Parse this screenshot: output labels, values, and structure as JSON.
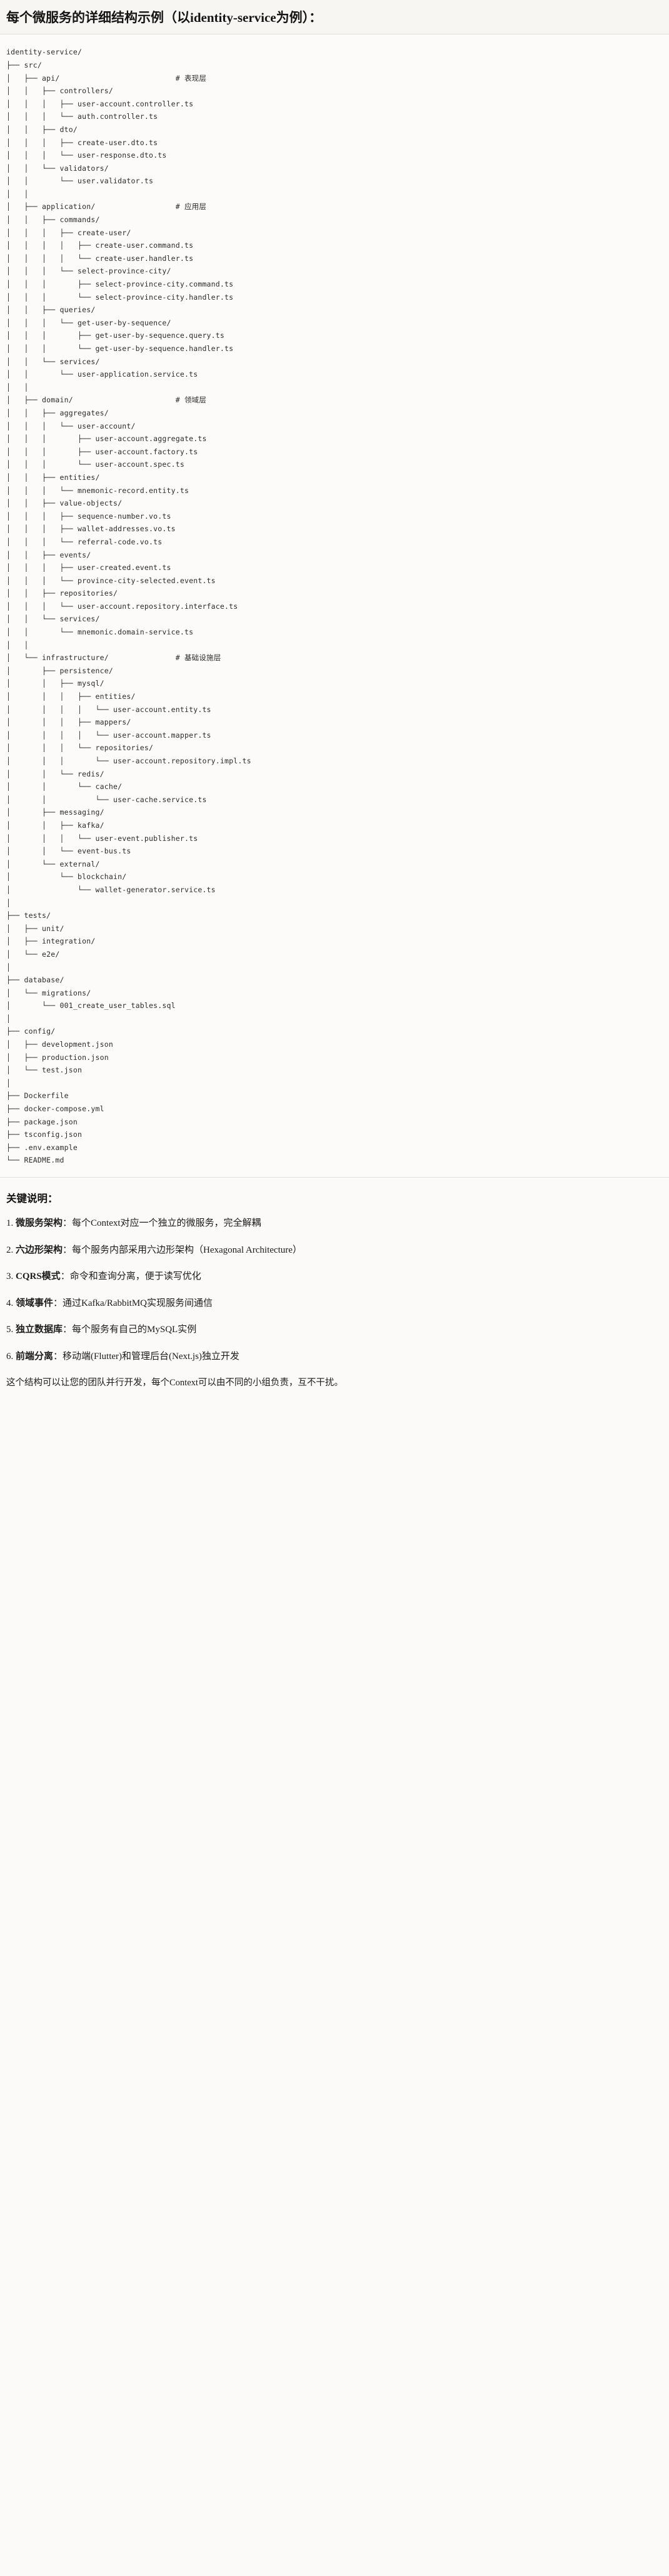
{
  "document": {
    "title": "每个微服务的详细结构示例（以identity-service为例）：",
    "tree_text": "identity-service/\n├── src/\n│   ├── api/                          # 表现层\n│   │   ├── controllers/\n│   │   │   ├── user-account.controller.ts\n│   │   │   └── auth.controller.ts\n│   │   ├── dto/\n│   │   │   ├── create-user.dto.ts\n│   │   │   └── user-response.dto.ts\n│   │   └── validators/\n│   │       └── user.validator.ts\n│   │\n│   ├── application/                  # 应用层\n│   │   ├── commands/\n│   │   │   ├── create-user/\n│   │   │   │   ├── create-user.command.ts\n│   │   │   │   └── create-user.handler.ts\n│   │   │   └── select-province-city/\n│   │   │       ├── select-province-city.command.ts\n│   │   │       └── select-province-city.handler.ts\n│   │   ├── queries/\n│   │   │   └── get-user-by-sequence/\n│   │   │       ├── get-user-by-sequence.query.ts\n│   │   │       └── get-user-by-sequence.handler.ts\n│   │   └── services/\n│   │       └── user-application.service.ts\n│   │\n│   ├── domain/                       # 领域层\n│   │   ├── aggregates/\n│   │   │   └── user-account/\n│   │   │       ├── user-account.aggregate.ts\n│   │   │       ├── user-account.factory.ts\n│   │   │       └── user-account.spec.ts\n│   │   ├── entities/\n│   │   │   └── mnemonic-record.entity.ts\n│   │   ├── value-objects/\n│   │   │   ├── sequence-number.vo.ts\n│   │   │   ├── wallet-addresses.vo.ts\n│   │   │   └── referral-code.vo.ts\n│   │   ├── events/\n│   │   │   ├── user-created.event.ts\n│   │   │   └── province-city-selected.event.ts\n│   │   ├── repositories/\n│   │   │   └── user-account.repository.interface.ts\n│   │   └── services/\n│   │       └── mnemonic.domain-service.ts\n│   │\n│   └── infrastructure/               # 基础设施层\n│       ├── persistence/\n│       │   ├── mysql/\n│       │   │   ├── entities/\n│       │   │   │   └── user-account.entity.ts\n│       │   │   ├── mappers/\n│       │   │   │   └── user-account.mapper.ts\n│       │   │   └── repositories/\n│       │   │       └── user-account.repository.impl.ts\n│       │   └── redis/\n│       │       └── cache/\n│       │           └── user-cache.service.ts\n│       ├── messaging/\n│       │   ├── kafka/\n│       │   │   └── user-event.publisher.ts\n│       │   └── event-bus.ts\n│       └── external/\n│           └── blockchain/\n│               └── wallet-generator.service.ts\n│\n├── tests/\n│   ├── unit/\n│   ├── integration/\n│   └── e2e/\n│\n├── database/\n│   └── migrations/\n│       └── 001_create_user_tables.sql\n│\n├── config/\n│   ├── development.json\n│   ├── production.json\n│   └── test.json\n│\n├── Dockerfile\n├── docker-compose.yml\n├── package.json\n├── tsconfig.json\n├── .env.example\n└── README.md",
    "notes_heading": "关键说明：",
    "notes": [
      {
        "number": "1.",
        "term": "微服务架构",
        "separator": "：",
        "description": "每个Context对应一个独立的微服务，完全解耦"
      },
      {
        "number": "2.",
        "term": "六边形架构",
        "separator": "：",
        "description": "每个服务内部采用六边形架构（Hexagonal Architecture）"
      },
      {
        "number": "3.",
        "term": "CQRS模式",
        "separator": "：",
        "description": "命令和查询分离，便于读写优化"
      },
      {
        "number": "4.",
        "term": "领域事件",
        "separator": "：",
        "description": "通过Kafka/RabbitMQ实现服务间通信"
      },
      {
        "number": "5.",
        "term": "独立数据库",
        "separator": "：",
        "description": "每个服务有自己的MySQL实例"
      },
      {
        "number": "6.",
        "term": "前端分离",
        "separator": "：",
        "description": "移动端(Flutter)和管理后台(Next.js)独立开发"
      }
    ],
    "closing": "这个结构可以让您的团队并行开发，每个Context可以由不同的小组负责，互不干扰。"
  },
  "colors": {
    "page_background": "#fbfaf8",
    "title_background": "#f7f6f2",
    "rule": "#e2e0da",
    "code_text": "#2b2b2b",
    "body_text": "#1b1b1b"
  }
}
